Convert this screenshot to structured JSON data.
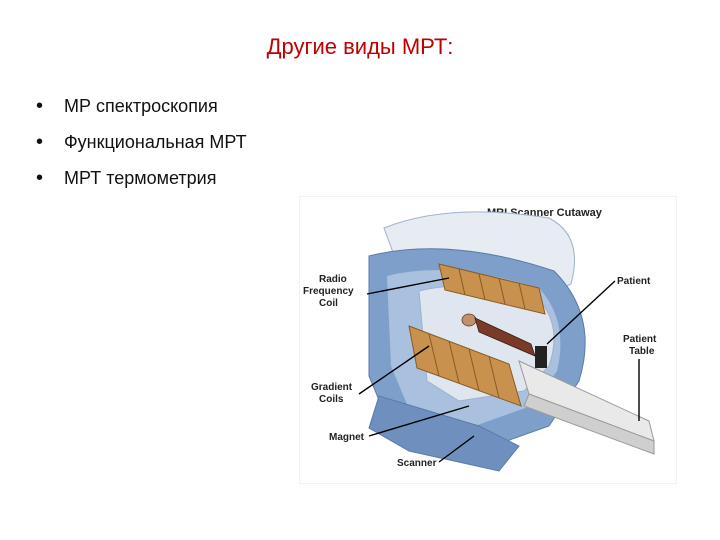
{
  "slide": {
    "title": "Другие виды МРТ:",
    "bullets": [
      "МР спектроскопия",
      "Функциональная МРТ",
      "МРТ термометрия"
    ]
  },
  "figure": {
    "title": "MRI Scanner Cutaway",
    "labels": {
      "radio_frequency_coil": [
        "Radio",
        "Frequency",
        "Coil"
      ],
      "patient": "Patient",
      "patient_table": [
        "Patient",
        "Table"
      ],
      "gradient_coils": [
        "Gradient",
        "Coils"
      ],
      "magnet": "Magnet",
      "scanner": "Scanner"
    },
    "colors": {
      "housing_blue": "#7f9fcb",
      "housing_light": "#dfe6ef",
      "coil_orange": "#c8914d",
      "table": "#e9e9e9"
    }
  }
}
